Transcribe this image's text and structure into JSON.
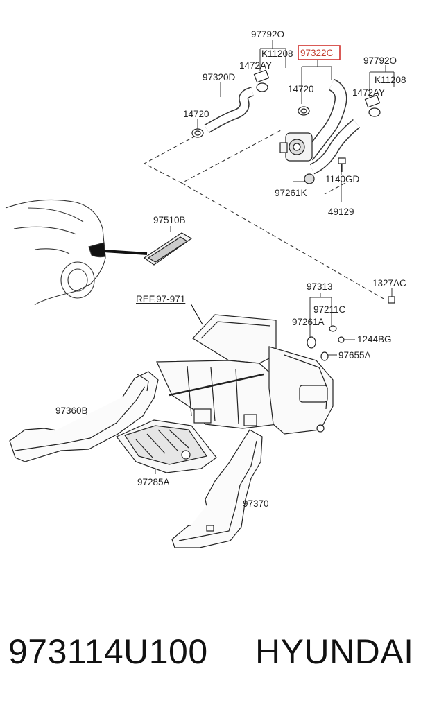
{
  "labels": {
    "l_97792o_a": "97792O",
    "l_k11208_a": "K11208",
    "l_97322c": "97322C",
    "l_1472ay_a": "1472AY",
    "l_97792o_b": "97792O",
    "l_97320d": "97320D",
    "l_k11208_b": "K11208",
    "l_14720_a": "14720",
    "l_1472ay_b": "1472AY",
    "l_14720_b": "14720",
    "l_1140gd": "1140GD",
    "l_97261k": "97261K",
    "l_49129": "49129",
    "l_97510b": "97510B",
    "l_1327ac": "1327AC",
    "l_97313": "97313",
    "l_ref": "REF.97-971",
    "l_97211c": "97211C",
    "l_97261a": "97261A",
    "l_1244bg": "1244BG",
    "l_97655a": "97655A",
    "l_97360b": "97360B",
    "l_97285a": "97285A",
    "l_97370": "97370"
  },
  "highlight_color": "#d0312d",
  "footer": {
    "part_number": "973114U100",
    "brand": "HYUNDAI"
  }
}
